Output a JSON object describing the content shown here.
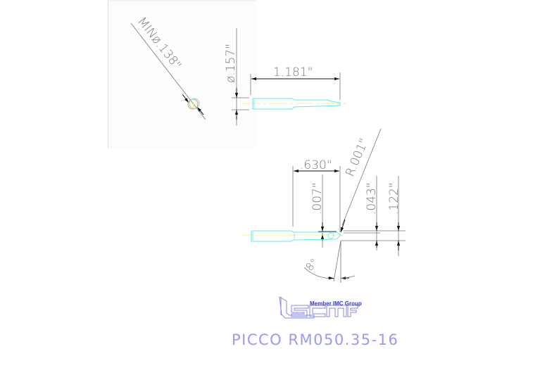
{
  "drawing": {
    "product_title": "PICCO RM050.35-16",
    "logo": {
      "brand": "Iscar",
      "tagline": "Member IMC Group"
    },
    "dimensions": {
      "min_bore_diameter": "MINø.138\"",
      "shank_diameter": "ø.157\"",
      "overall_length": "1.181\"",
      "reach_length": ".630\"",
      "corner_radius": "R.001\"",
      "tip_offset": ".007\"",
      "cut_width": ".043\"",
      "max_depth": ".122\"",
      "clearance_angle": "8°"
    },
    "colors": {
      "geometry": "#66e6f0",
      "centerline": "#f0f070",
      "dimension_lines": "#606060",
      "dimension_text": "#7a7a7a",
      "title": "#9a9af0",
      "logo": "#8a8ae0",
      "circle_red": "#f08080"
    }
  }
}
